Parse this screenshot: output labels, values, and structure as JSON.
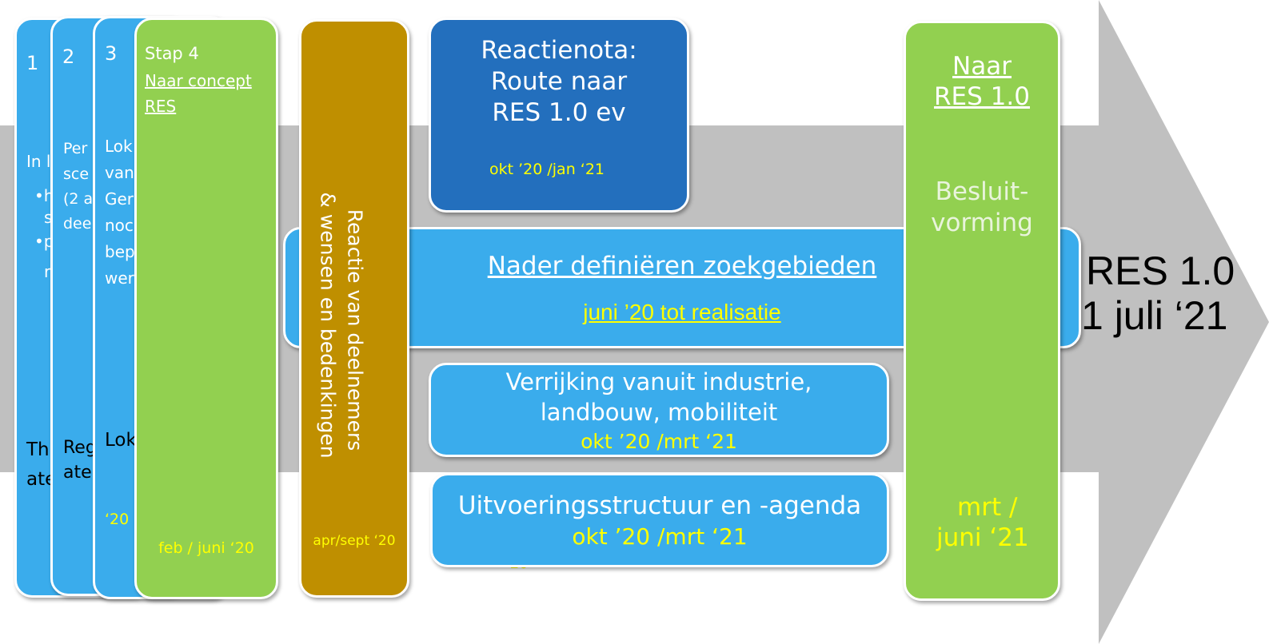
{
  "arrow": {
    "label_line1": "RES 1.0",
    "label_line2": "1 juli ‘21"
  },
  "steps": [
    {
      "number": "1",
      "body_lines": [
        "In l",
        "•h",
        "s",
        "•p",
        "r"
      ],
      "footer_lines": [
        "Th",
        "ate"
      ]
    },
    {
      "number": "2",
      "body_lines": [
        "Per",
        "sce",
        "(2 a",
        "dee"
      ],
      "footer_lines": [
        "Reg",
        "ate"
      ],
      "date_peek": "‘20"
    },
    {
      "number": "3",
      "body_lines": [
        "Lok",
        "van",
        "Ger",
        "noc",
        "bep",
        "wer"
      ],
      "footer_lines": [
        "Lok"
      ],
      "date": "‘20"
    },
    {
      "label": "Stap 4",
      "link_line1": "Naar concept",
      "link_line2": "RES",
      "date": "feb / juni ‘20"
    }
  ],
  "reaction": {
    "line1": "Reactie van deelnemers",
    "line2": "& wensen en bedenkingen",
    "date": "apr/sept ‘20"
  },
  "reactienota": {
    "line1": "Reactienota:",
    "line2": "Route naar",
    "line3": "RES 1.0 ev",
    "date": "okt ’20 /jan ‘21"
  },
  "zoekgebieden": {
    "title": "Nader definiëren zoekgebieden",
    "date": "juni ’20 tot realisatie"
  },
  "verrijking": {
    "line1": "Verrijking vanuit industrie,",
    "line2": "landbouw, mobiliteit",
    "date": "okt ’20 /mrt ‘21"
  },
  "uitvoering": {
    "line1": "Uitvoeringsstructuur en -agenda",
    "date": "okt ’20 /mrt ‘21"
  },
  "besluit": {
    "link_line1": "Naar",
    "link_line2": "RES 1.0",
    "body_line1": "Besluit-",
    "body_line2": "vorming",
    "date_line1": "mrt /",
    "date_line2": "juni ‘21"
  },
  "colors": {
    "arrow": "#c0c0c0",
    "blue": "#3aacec",
    "green": "#92d050",
    "dark_blue": "#236fbd",
    "gold": "#bf8f00",
    "date_yellow": "#ffff00"
  }
}
